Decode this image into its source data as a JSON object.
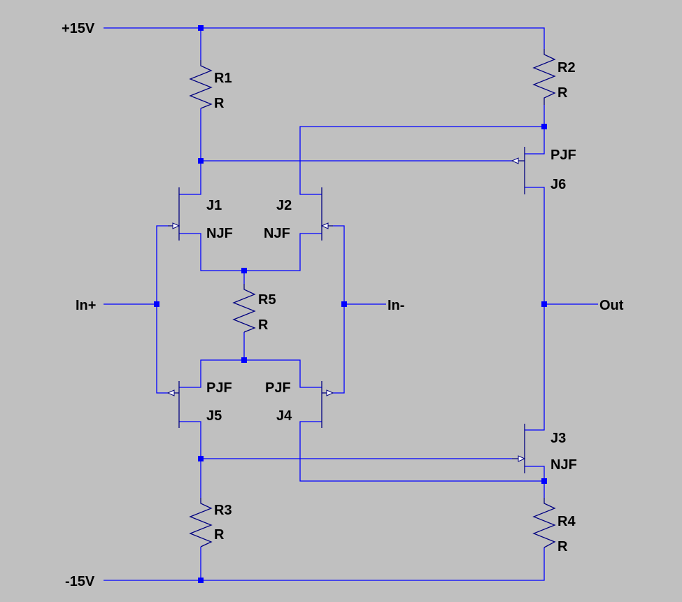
{
  "diagram": {
    "nets": {
      "vpos": "+15V",
      "vneg": "-15V",
      "in_plus": "In+",
      "in_minus": "In-",
      "out": "Out"
    },
    "resistors": [
      {
        "ref": "R1",
        "value": "R"
      },
      {
        "ref": "R2",
        "value": "R"
      },
      {
        "ref": "R3",
        "value": "R"
      },
      {
        "ref": "R4",
        "value": "R"
      },
      {
        "ref": "R5",
        "value": "R"
      }
    ],
    "jfets": [
      {
        "ref": "J1",
        "model": "NJF"
      },
      {
        "ref": "J2",
        "model": "NJF"
      },
      {
        "ref": "J3",
        "model": "NJF"
      },
      {
        "ref": "J4",
        "model": "PJF"
      },
      {
        "ref": "J5",
        "model": "PJF"
      },
      {
        "ref": "J6",
        "model": "PJF"
      }
    ],
    "colors": {
      "background": "#c0c0c0",
      "wire": "#0000ff",
      "component": "#000080",
      "text": "#000000"
    }
  }
}
